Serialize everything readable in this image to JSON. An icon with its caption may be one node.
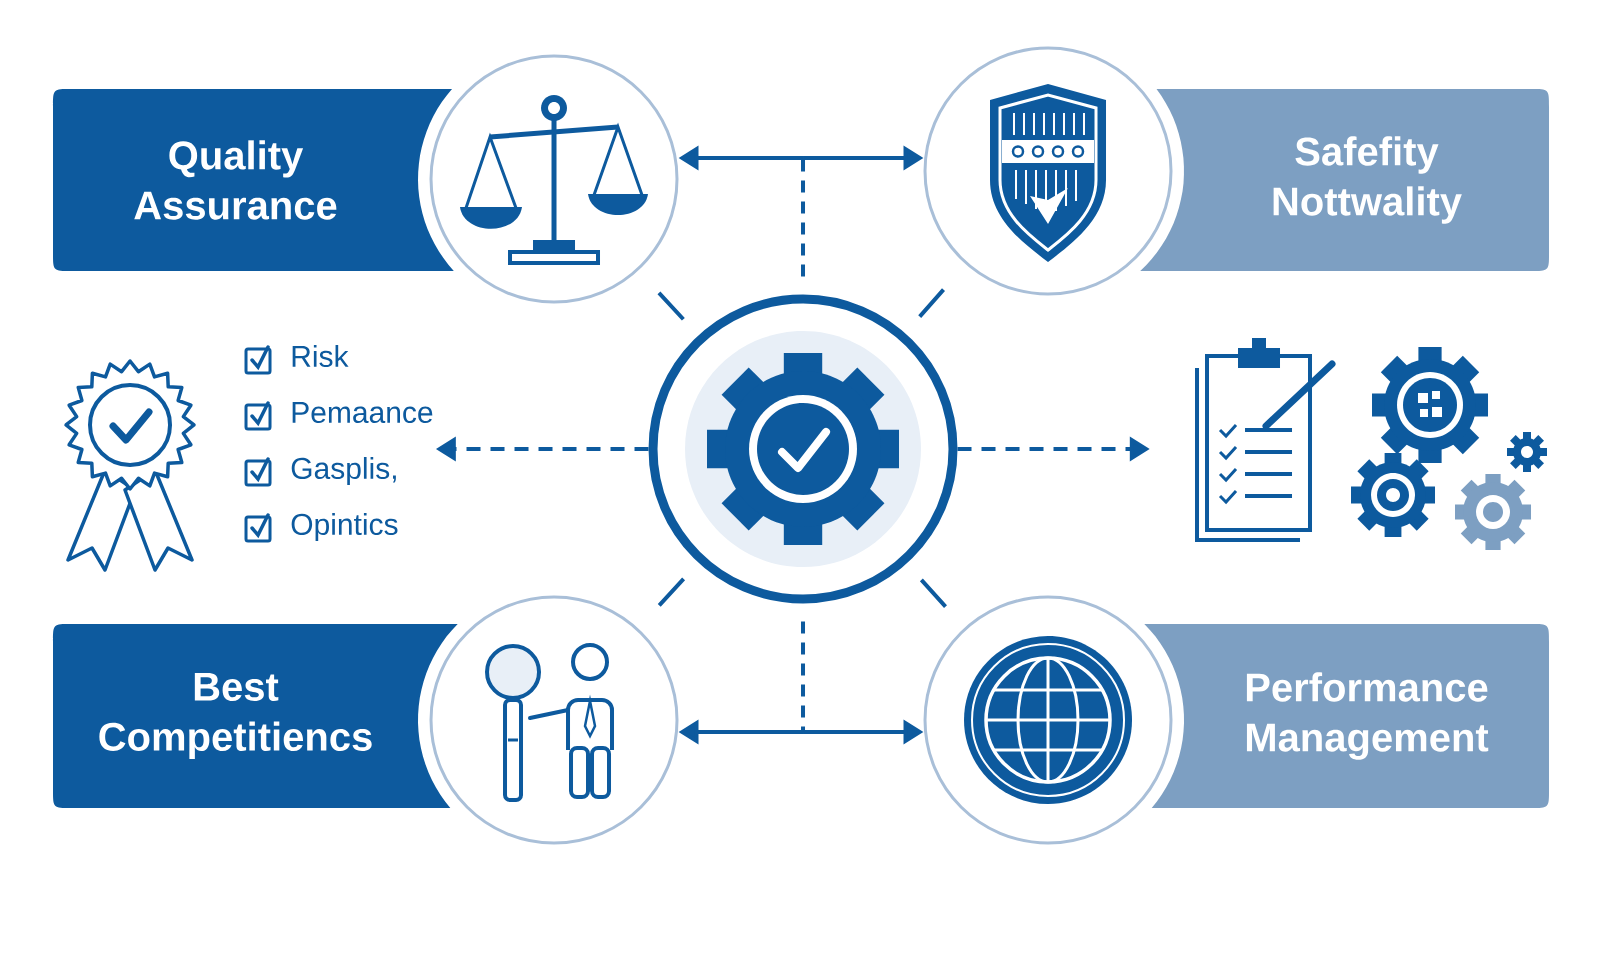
{
  "diagram": {
    "nodes": [
      {
        "text": [
          "Quality Assurance"
        ]
      },
      {
        "text": [],
        "shape": "circle"
      },
      {
        "text": [],
        "shape": "circle"
      },
      {
        "text": [
          "Safefity Nottwality"
        ]
      },
      {
        "text": [
          "Risk",
          "Pemaance",
          "Gasplis,",
          "Opintics"
        ]
      },
      {
        "text": [],
        "shape": "circle"
      },
      {
        "text": [],
        "shape": "picture"
      },
      {
        "text": [
          "Best Competitiencs"
        ]
      },
      {
        "text": [],
        "shape": "circle"
      },
      {
        "text": [],
        "shape": "circle"
      },
      {
        "text": [
          "Performance Management"
        ]
      }
    ],
    "edges": [
      {
        "from": 5,
        "to": 1,
        "arrow": "to"
      },
      {
        "from": 5,
        "to": 2,
        "arrow": "to"
      },
      {
        "from": 5,
        "to": 8,
        "arrow": "to"
      },
      {
        "from": 5,
        "to": 9,
        "arrow": "to"
      },
      {
        "from": 5,
        "to": 4,
        "arrow": "to",
        "style": "dashed"
      },
      {
        "from": 5,
        "to": 6,
        "arrow": "to",
        "style": "dashed"
      },
      {
        "from": 5,
        "to": 1,
        "arrow": "none",
        "style": "dashed"
      },
      {
        "from": 5,
        "to": 2,
        "arrow": "none",
        "style": "dashed"
      },
      {
        "from": 5,
        "to": 8,
        "arrow": "none",
        "style": "dashed"
      },
      {
        "from": 5,
        "to": 9,
        "arrow": "none",
        "style": "dashed"
      }
    ]
  }
}
